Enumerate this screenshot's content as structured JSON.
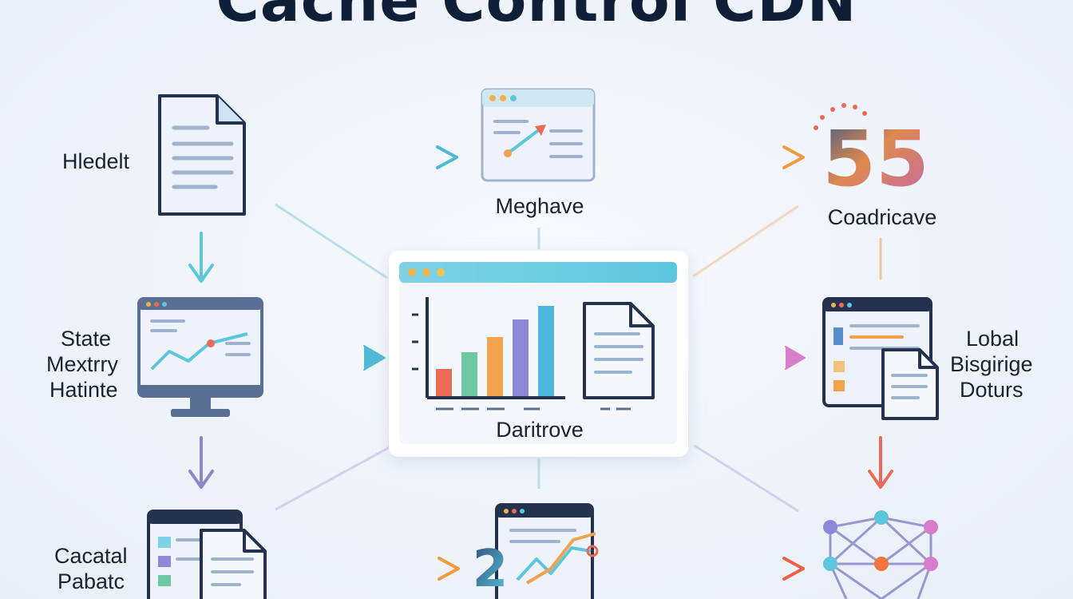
{
  "title": "Cache Control CDN",
  "nodes": {
    "top_left": {
      "label": "Hledelt"
    },
    "top_center": {
      "label": "Meghave"
    },
    "top_right": {
      "label": "Coadricave",
      "numeral": "55"
    },
    "mid_left": {
      "lines": [
        "State",
        "Mextrry",
        "Hatinte"
      ]
    },
    "center": {
      "label": "Daritrove"
    },
    "mid_right": {
      "lines": [
        "Lobal",
        "Bisgirige",
        "Doturs"
      ]
    },
    "bottom_left": {
      "lines": [
        "Cacatal",
        "Pabatc"
      ]
    },
    "bottom_center": {
      "numeral": "2"
    },
    "bottom_right": {
      "label": ""
    }
  },
  "colors": {
    "title": "#0f1f38",
    "outline": "#24324d",
    "teal": "#5cc6dc",
    "orange": "#f2a24e",
    "violet": "#8c88c8",
    "pink": "#d77cc8",
    "red": "#ec6a56"
  },
  "icons": {
    "top_left": "document-icon",
    "top_center": "browser-chart-icon",
    "top_right": "numeral-55-icon",
    "mid_left": "monitor-chart-icon",
    "center": "dashboard-bar-chart-icon",
    "mid_right": "browser-documents-icon",
    "bottom_left": "browser-document-icon",
    "bottom_center": "browser-trend-icon",
    "bottom_right": "network-graph-icon"
  }
}
